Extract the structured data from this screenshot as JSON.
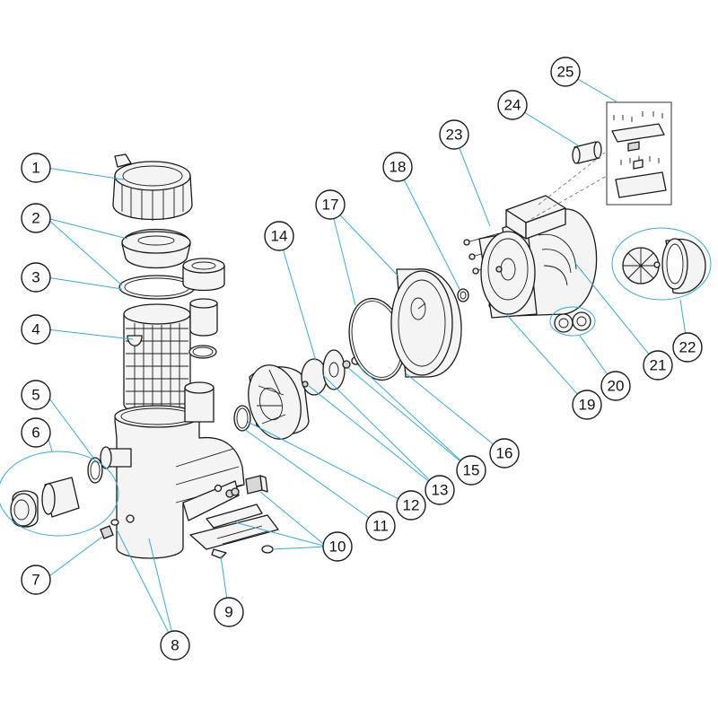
{
  "accent_color": "#39a9d1",
  "callouts": [
    {
      "label": "1"
    },
    {
      "label": "2"
    },
    {
      "label": "3"
    },
    {
      "label": "4"
    },
    {
      "label": "5"
    },
    {
      "label": "6"
    },
    {
      "label": "7"
    },
    {
      "label": "8"
    },
    {
      "label": "9"
    },
    {
      "label": "10"
    },
    {
      "label": "11"
    },
    {
      "label": "12"
    },
    {
      "label": "13"
    },
    {
      "label": "14"
    },
    {
      "label": "15"
    },
    {
      "label": "16"
    },
    {
      "label": "17"
    },
    {
      "label": "18"
    },
    {
      "label": "19"
    },
    {
      "label": "20"
    },
    {
      "label": "21"
    },
    {
      "label": "22"
    },
    {
      "label": "23"
    },
    {
      "label": "24"
    },
    {
      "label": "25"
    }
  ]
}
